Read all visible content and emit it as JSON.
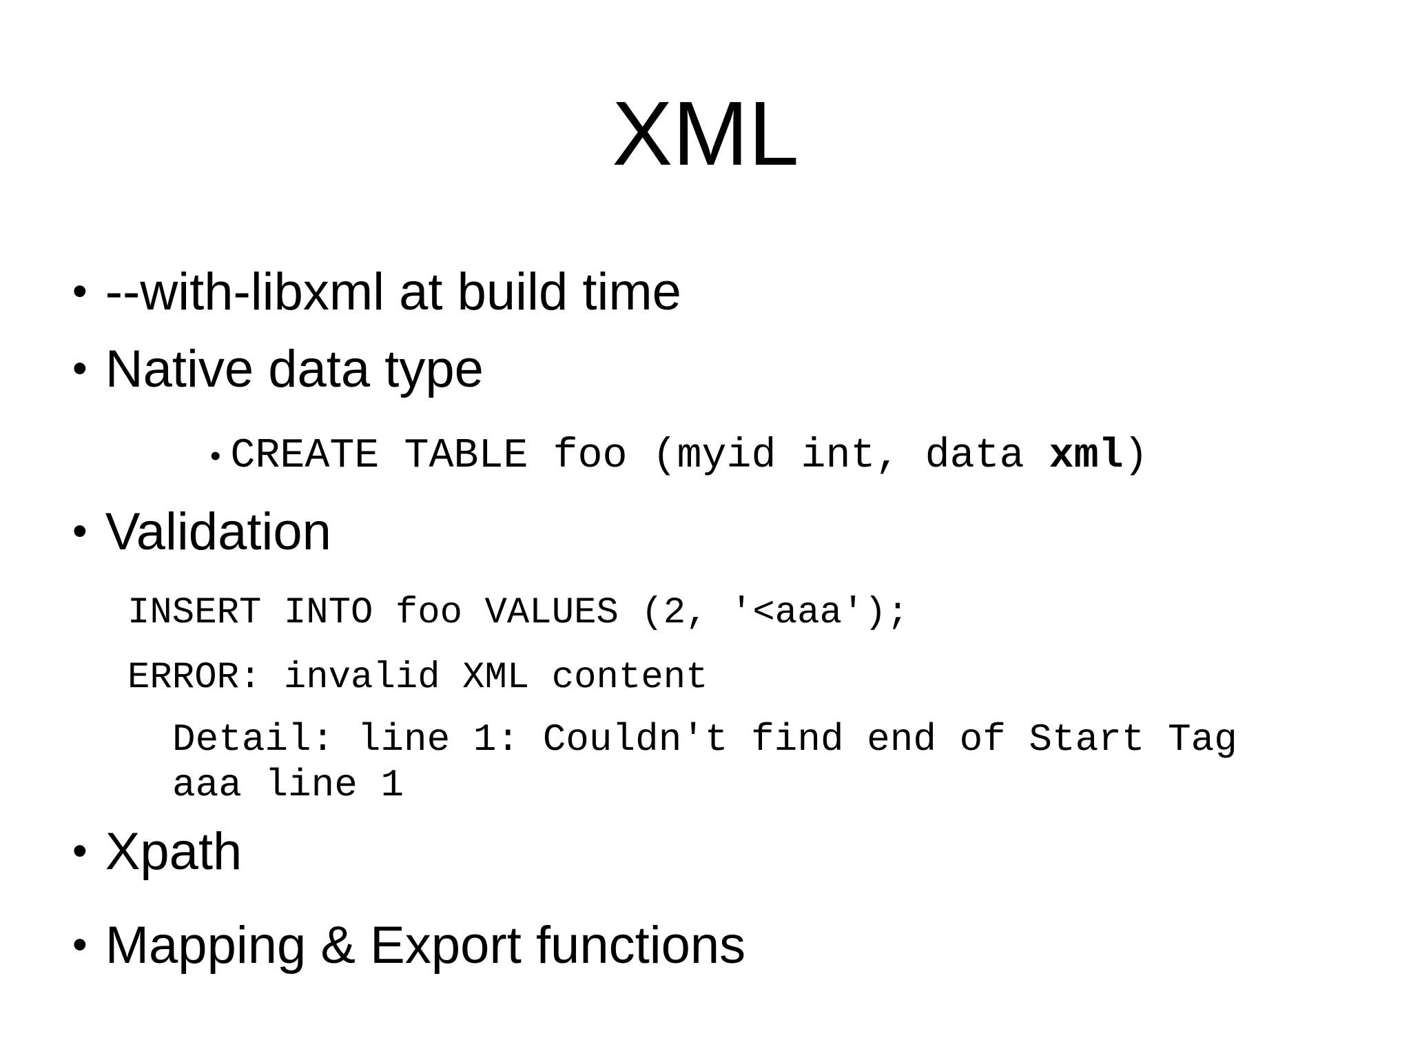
{
  "slide": {
    "title": "XML",
    "glyphs": {
      "bullet": "•"
    },
    "bullets": {
      "item1": "--with-libxml at build time",
      "item2": "Native data type",
      "item3": "Validation",
      "item4": "Xpath",
      "item5": "Mapping & Export functions"
    },
    "code": {
      "create_prefix": "CREATE TABLE foo (myid int, data ",
      "create_bold": "xml",
      "create_suffix": ")",
      "insert_line": "INSERT INTO foo VALUES (2, '<aaa');",
      "error_line": "ERROR: invalid XML content",
      "detail_line": "Detail: line 1: Couldn't find end of Start Tag aaa line 1"
    }
  }
}
